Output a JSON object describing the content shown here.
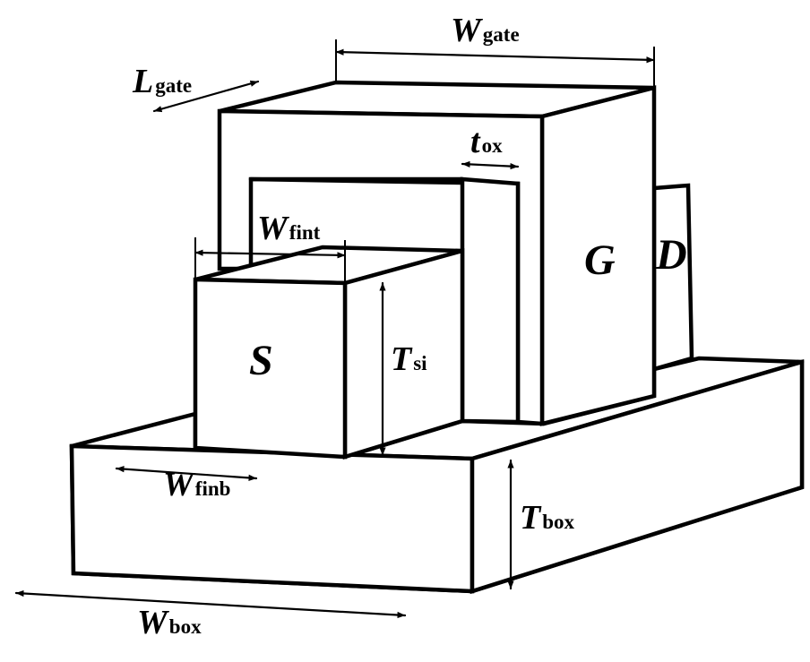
{
  "regions": {
    "source": "S",
    "gate": "G",
    "drain": "D"
  },
  "dimensions": {
    "w_gate": {
      "symbol": "W",
      "subscript": "gate"
    },
    "l_gate": {
      "symbol": "L",
      "subscript": "gate"
    },
    "t_ox": {
      "symbol": "t",
      "subscript": "ox"
    },
    "w_fint": {
      "symbol": "W",
      "subscript": "fint"
    },
    "t_si": {
      "symbol": "T",
      "subscript": "si"
    },
    "w_finb": {
      "symbol": "W",
      "subscript": "finb"
    },
    "t_box": {
      "symbol": "T",
      "subscript": "box"
    },
    "w_box": {
      "symbol": "W",
      "subscript": "box"
    }
  },
  "colors": {
    "stroke": "#000000",
    "fill": "#ffffff"
  }
}
